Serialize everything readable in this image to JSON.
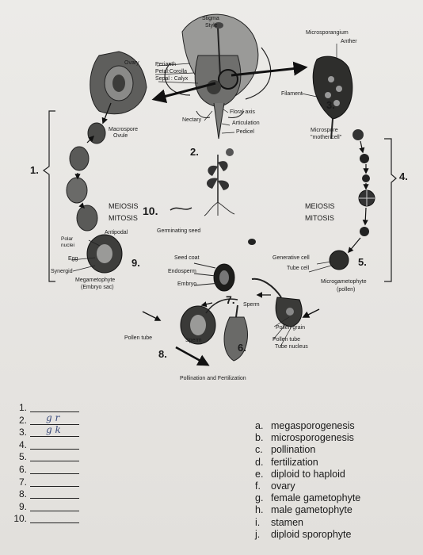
{
  "diagram": {
    "labels": {
      "stigma": "Stigma",
      "style": "Style",
      "microsporangium": "Microsporangium",
      "anther": "Anther",
      "ovary": "Ovary",
      "perianth": "Perianth",
      "petal_corolla": "Petal:Corolla",
      "sepal_calyx": "Sepal : Calyx",
      "filament": "Filament",
      "nectary": "Nectary",
      "floral_axis": "Floral axis",
      "articulation": "Articulation",
      "pedicel": "Pedicel",
      "macrospore": "Macrospore",
      "ovule": "Ovule",
      "microspore_mother_cell": "Microspore \"mother cell\"",
      "meiosis_left": "MEIOSIS",
      "mitosis_left": "MITOSIS",
      "meiosis_right": "MEIOSIS",
      "mitosis_right": "MITOSIS",
      "antipodal": "Antipodal",
      "germinating_seed": "Germinating seed",
      "polar_nuclei": "Polar nuclei",
      "egg": "Egg",
      "synergid": "Synergid",
      "megametophyte": "Megametophyte",
      "embryo_sac": "(Embryo sac)",
      "seed_coat": "Seed coat",
      "endosperm": "Endosperm",
      "embryo": "Embryo",
      "generative_cell": "Generative cell",
      "tube_cell": "Tube cell",
      "microgametophyte": "Microgametophyte",
      "pollen": "(pollen)",
      "sperm_top": "Sperm",
      "pollen_grain": "Pollen grain",
      "pollen_tube_right": "Pollen tube",
      "tube_nucleus": "Tube nucleus",
      "pollen_tube_left": "Pollen tube",
      "sperm_bottom": "Sperm",
      "pollination_fertilization": "Pollination and Fertilization"
    },
    "numbers": {
      "n1": "1.",
      "n2": "2.",
      "n3": "3.",
      "n4": "4.",
      "n5": "5.",
      "n6": "6.",
      "n7": "7.",
      "n8": "8.",
      "n9": "9.",
      "n10": "10."
    }
  },
  "answers": [
    {
      "num": "1.",
      "value": ""
    },
    {
      "num": "2.",
      "value": "g r"
    },
    {
      "num": "3.",
      "value": "g k"
    },
    {
      "num": "4.",
      "value": ""
    },
    {
      "num": "5.",
      "value": ""
    },
    {
      "num": "6.",
      "value": ""
    },
    {
      "num": "7.",
      "value": ""
    },
    {
      "num": "8.",
      "value": ""
    },
    {
      "num": "9.",
      "value": ""
    },
    {
      "num": "10.",
      "value": ""
    }
  ],
  "options": [
    {
      "key": "a.",
      "text": "megasporogenesis"
    },
    {
      "key": "b.",
      "text": "microsporogenesis"
    },
    {
      "key": "c.",
      "text": "pollination"
    },
    {
      "key": "d.",
      "text": "fertilization"
    },
    {
      "key": "e.",
      "text": "diploid to haploid"
    },
    {
      "key": "f.",
      "text": "ovary"
    },
    {
      "key": "g.",
      "text": "female gametophyte"
    },
    {
      "key": "h.",
      "text": "male gametophyte"
    },
    {
      "key": "i.",
      "text": "stamen"
    },
    {
      "key": "j.",
      "text": "diploid sporophyte"
    }
  ]
}
